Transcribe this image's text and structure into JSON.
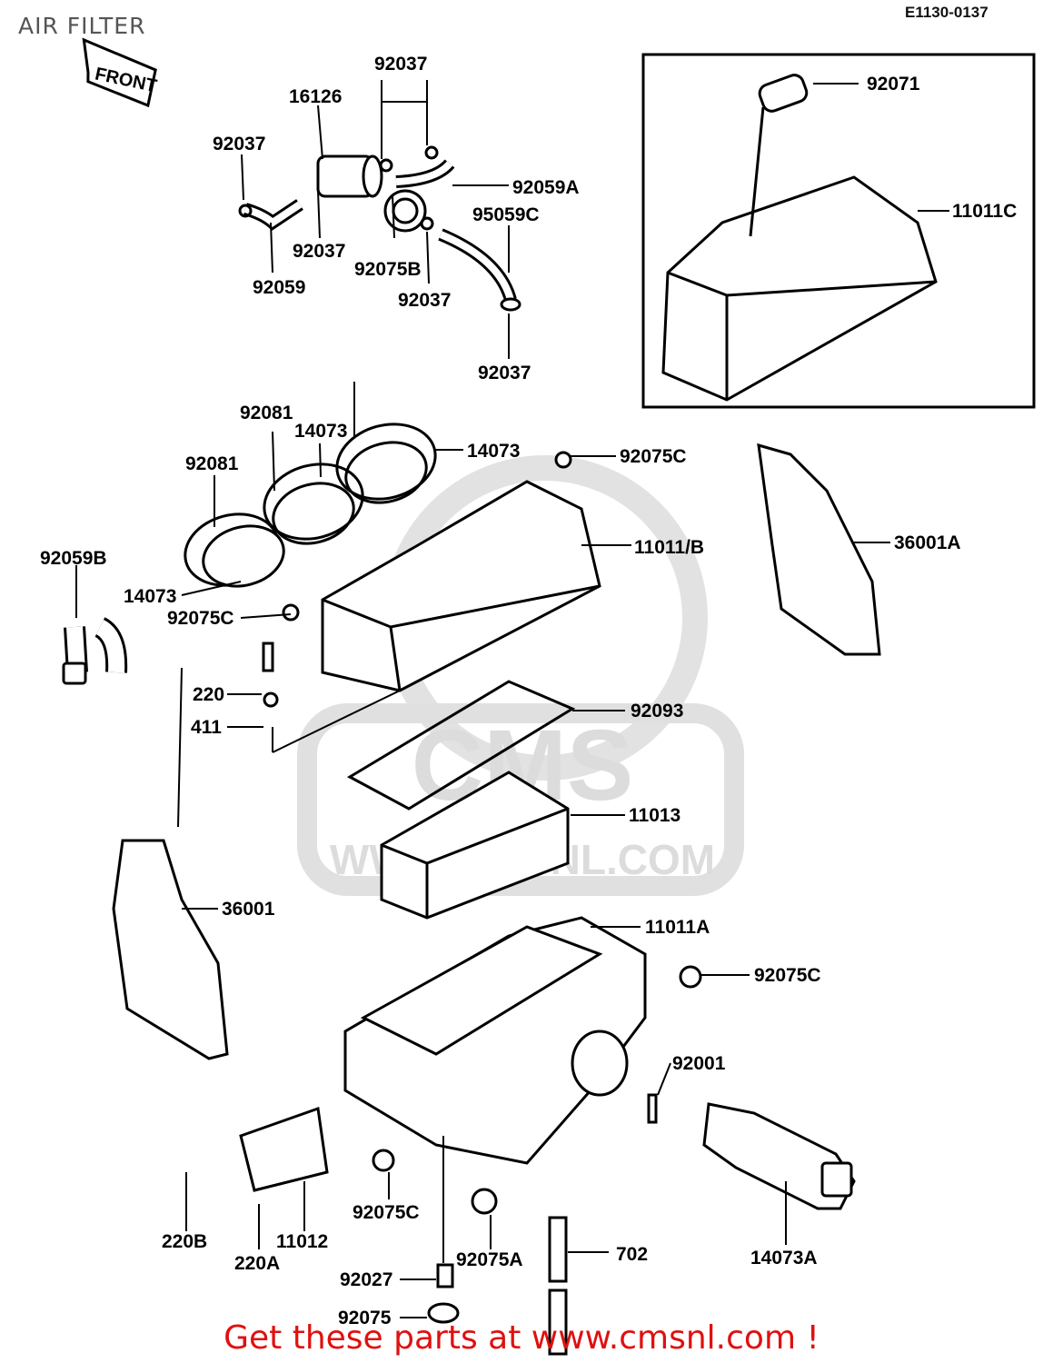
{
  "header": {
    "title": "AIR FILTER",
    "diagram_code": "E1130-0137",
    "direction_marker": "FRONT"
  },
  "watermark": {
    "text": "WWW.CMSNL.COM",
    "logo_letters": "CMS",
    "color": "#dcdcdc"
  },
  "callouts": {
    "p92037_top": "92037",
    "p16126": "16126",
    "p92037_left": "92037",
    "p92059A": "92059A",
    "p95059C": "95059C",
    "p92037_mid": "92037",
    "p92075B": "92075B",
    "p92059": "92059",
    "p92037_right": "92037",
    "p92037_low": "92037",
    "p92071": "92071",
    "p11011C": "11011C",
    "p92081_a": "92081",
    "p14073_a": "14073",
    "p92081_b": "92081",
    "p14073_b": "14073",
    "p92075C_top": "92075C",
    "p92059B": "92059B",
    "p11011B": "11011/B",
    "p36001A": "36001A",
    "p14073_c": "14073",
    "p92075C_left": "92075C",
    "p220": "220",
    "p411": "411",
    "p92093": "92093",
    "p11013": "11013",
    "p36001": "36001",
    "p11011A": "11011A",
    "p92075C_right": "92075C",
    "p92001": "92001",
    "p220B": "220B",
    "p11012": "11012",
    "p92075C_bottom": "92075C",
    "p220A": "220A",
    "p92075A": "92075A",
    "p702": "702",
    "p14073A": "14073A",
    "p92027": "92027",
    "p92075": "92075"
  },
  "promo": {
    "text": "Get these parts at www.cmsnl.com !",
    "color": "#e01010"
  }
}
